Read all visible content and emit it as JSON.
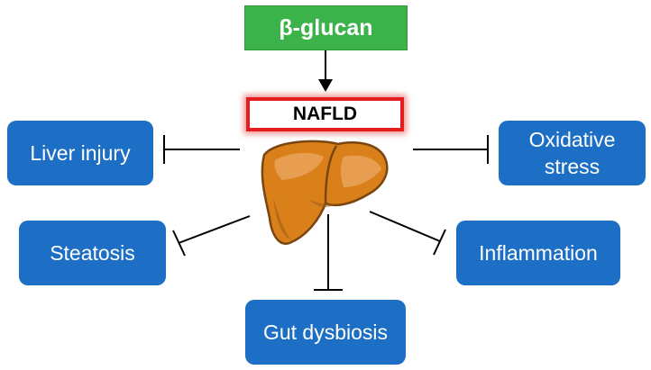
{
  "colors": {
    "inhibitor_box": "#1c6fc4",
    "treatment_box": "#3cb34a",
    "disease_border": "#e41e1e",
    "liver": "#d9801a",
    "line": "#000000"
  },
  "treatment": {
    "label": "β-glucan"
  },
  "disease": {
    "label": "NAFLD",
    "icon": "liver-icon"
  },
  "outcomes": [
    {
      "id": "liver-injury",
      "label": "Liver injury"
    },
    {
      "id": "oxidative-stress",
      "label": "Oxidative\nstress"
    },
    {
      "id": "steatosis",
      "label": "Steatosis"
    },
    {
      "id": "inflammation",
      "label": "Inflammation"
    },
    {
      "id": "gut-dysbiosis",
      "label": "Gut dysbiosis"
    }
  ],
  "relations": [
    {
      "from": "treatment",
      "to": "disease",
      "type": "arrow"
    },
    {
      "from": "disease",
      "to": "liver-injury",
      "type": "inhibit"
    },
    {
      "from": "disease",
      "to": "oxidative-stress",
      "type": "inhibit"
    },
    {
      "from": "disease",
      "to": "steatosis",
      "type": "inhibit"
    },
    {
      "from": "disease",
      "to": "inflammation",
      "type": "inhibit"
    },
    {
      "from": "disease",
      "to": "gut-dysbiosis",
      "type": "inhibit"
    }
  ]
}
